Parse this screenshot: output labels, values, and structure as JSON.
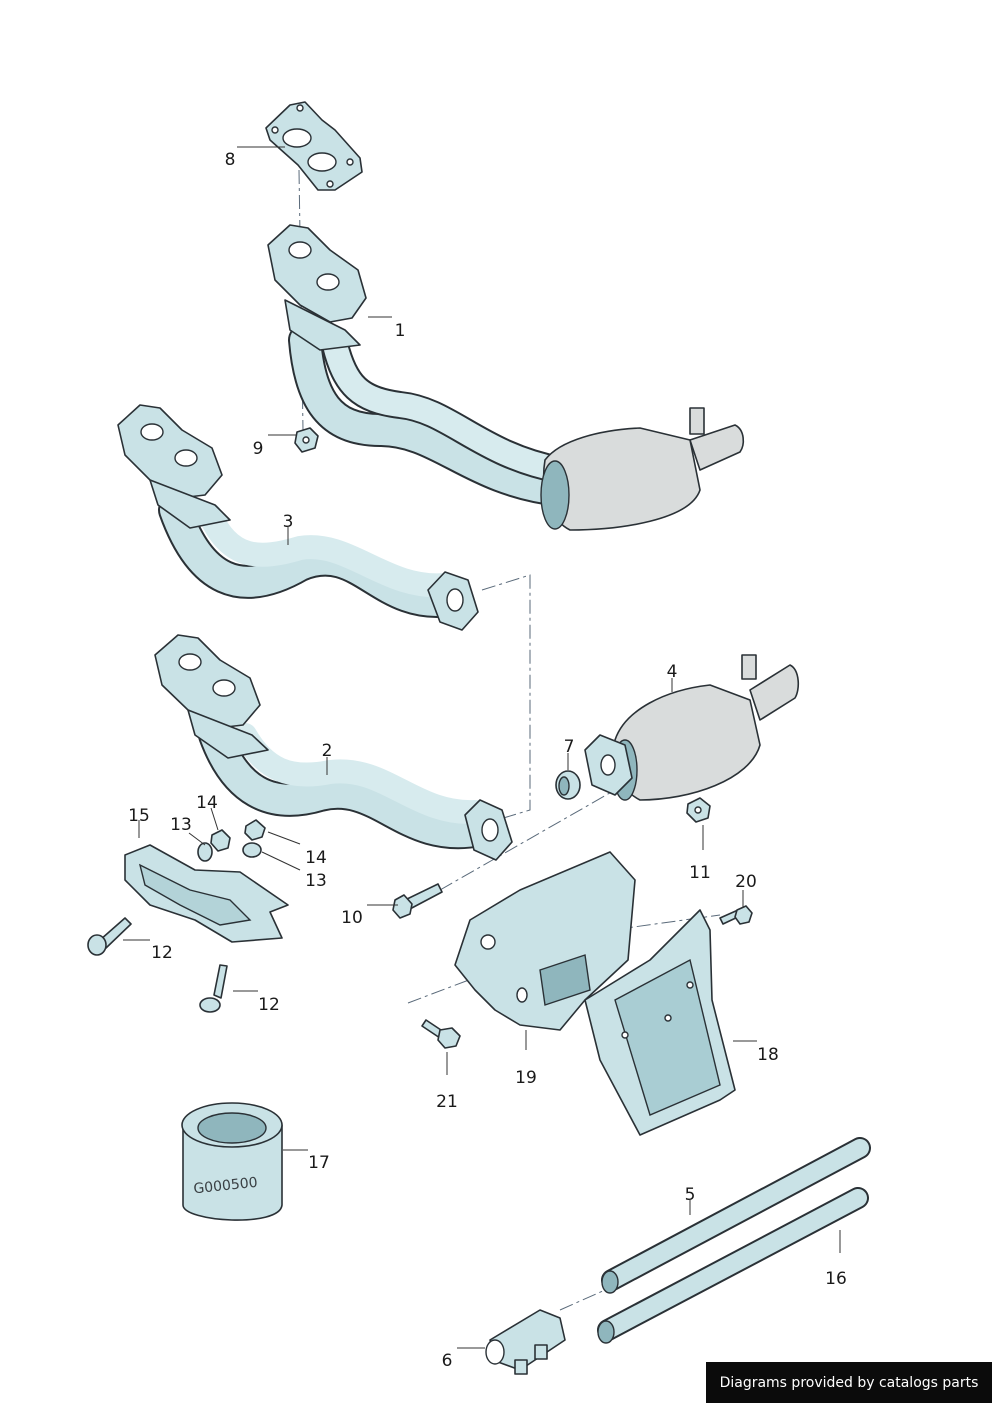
{
  "callouts": [
    {
      "label": "1"
    },
    {
      "label": "2"
    },
    {
      "label": "3"
    },
    {
      "label": "4"
    },
    {
      "label": "5"
    },
    {
      "label": "6"
    },
    {
      "label": "7"
    },
    {
      "label": "8"
    },
    {
      "label": "9"
    },
    {
      "label": "10"
    },
    {
      "label": "11"
    },
    {
      "label": "12"
    },
    {
      "label": "12"
    },
    {
      "label": "13"
    },
    {
      "label": "13"
    },
    {
      "label": "14"
    },
    {
      "label": "14"
    },
    {
      "label": "15"
    },
    {
      "label": "16"
    },
    {
      "label": "17"
    },
    {
      "label": "18"
    },
    {
      "label": "19"
    },
    {
      "label": "20"
    },
    {
      "label": "21"
    }
  ],
  "cartridge_marking": "G000500",
  "credit": "Diagrams provided by catalogs parts"
}
